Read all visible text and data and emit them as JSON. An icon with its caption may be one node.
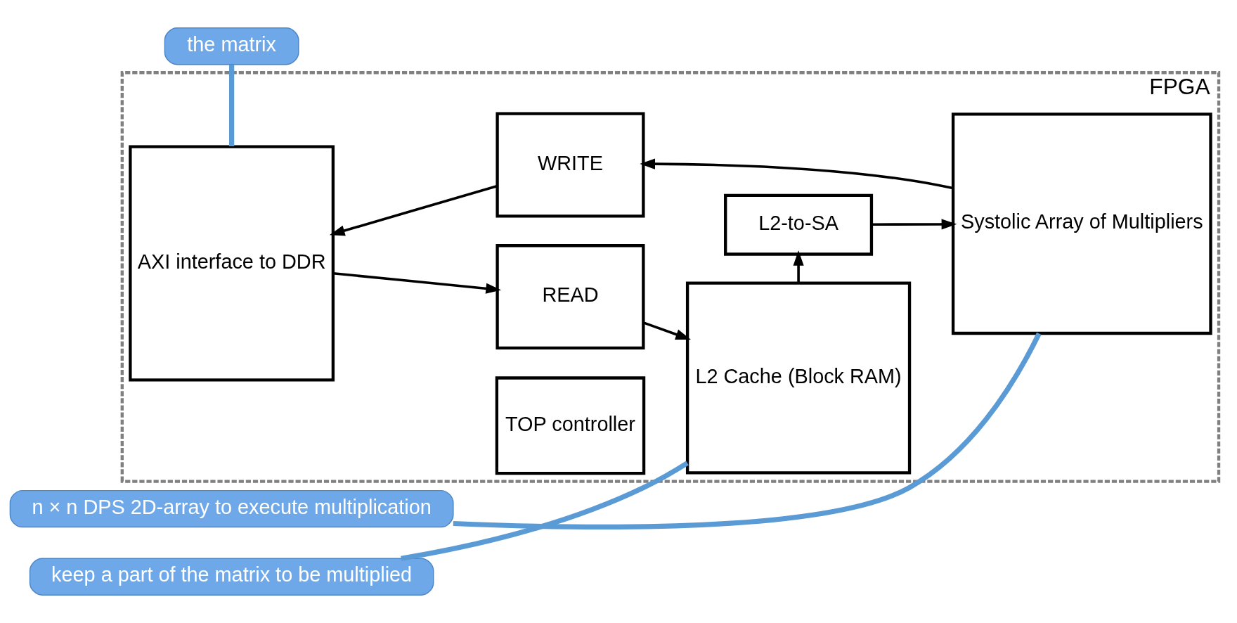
{
  "diagram": {
    "nodes": [
      {
        "text": [
          "FPGA"
        ]
      },
      {
        "text": [
          "AXI interface to DDR"
        ],
        "in": 0
      },
      {
        "text": [
          "TOP controller"
        ],
        "in": 0
      },
      {
        "text": [
          "READ"
        ],
        "in": 0
      },
      {
        "text": [
          "WRITE"
        ],
        "in": 0
      },
      {
        "text": [
          "L2-to-SA"
        ],
        "in": 0
      },
      {
        "text": [
          "L2 Cache (Block RAM)"
        ],
        "in": 0
      },
      {
        "text": [
          "Systolic Array of Multipliers"
        ],
        "in": 0
      },
      {
        "text": [
          "the matrix"
        ]
      },
      {
        "text": [
          "keep a part of the matrix to be multiplied"
        ]
      },
      {
        "text": [
          "n × n DPS 2D-array to execute multiplication"
        ]
      }
    ],
    "edges": [
      {
        "from": 1,
        "to": 3,
        "arrow": "to"
      },
      {
        "from": 3,
        "to": 6,
        "arrow": "to"
      },
      {
        "from": 6,
        "to": 5,
        "arrow": "to"
      },
      {
        "from": 5,
        "to": 7,
        "arrow": "to"
      },
      {
        "from": 7,
        "to": 4,
        "arrow": "to"
      },
      {
        "from": 4,
        "to": 1,
        "arrow": "to"
      },
      {
        "from": 8,
        "to": 1,
        "arrow": "none",
        "style": "thick",
        "color": "#5b9bd5"
      },
      {
        "from": 9,
        "to": 6,
        "arrow": "none",
        "style": "thick",
        "color": "#5b9bd5"
      },
      {
        "from": 10,
        "to": 7,
        "arrow": "none",
        "style": "thick",
        "color": "#5b9bd5"
      }
    ]
  }
}
